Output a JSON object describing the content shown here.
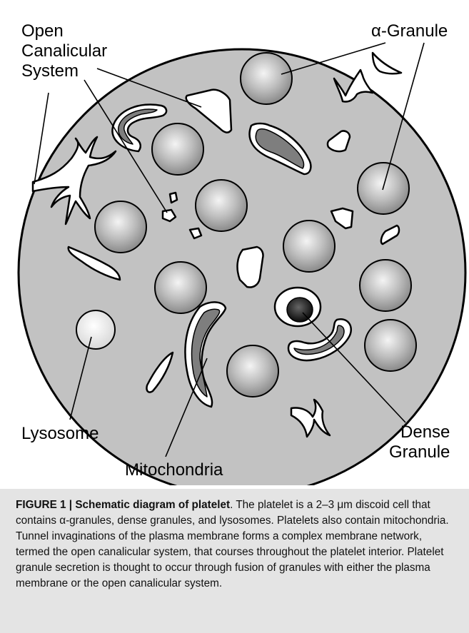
{
  "labels": {
    "open_canalicular_system": [
      "Open",
      "Canalicular",
      "System"
    ],
    "alpha_granule": "α-Granule",
    "lysosome": "Lysosome",
    "mitochondria": "Mitochondria",
    "dense_granule": [
      "Dense",
      "Granule"
    ]
  },
  "caption": {
    "figure_title": "FIGURE 1 | Schematic diagram of platelet",
    "text": ". The platelet is a 2–3 μm discoid cell that contains α-granules, dense granules, and lysosomes. Platelets also contain mitochondria. Tunnel invaginations of the plasma membrane forms a complex membrane network, termed the open canalicular system, that courses throughout the platelet interior. Platelet granule secretion is thought to occur through fusion of granules with either the plasma membrane or the open canalicular system."
  },
  "colors": {
    "platelet_fill": "#c2c2c2",
    "outline": "#000000",
    "caption_background": "#e4e4e4"
  }
}
